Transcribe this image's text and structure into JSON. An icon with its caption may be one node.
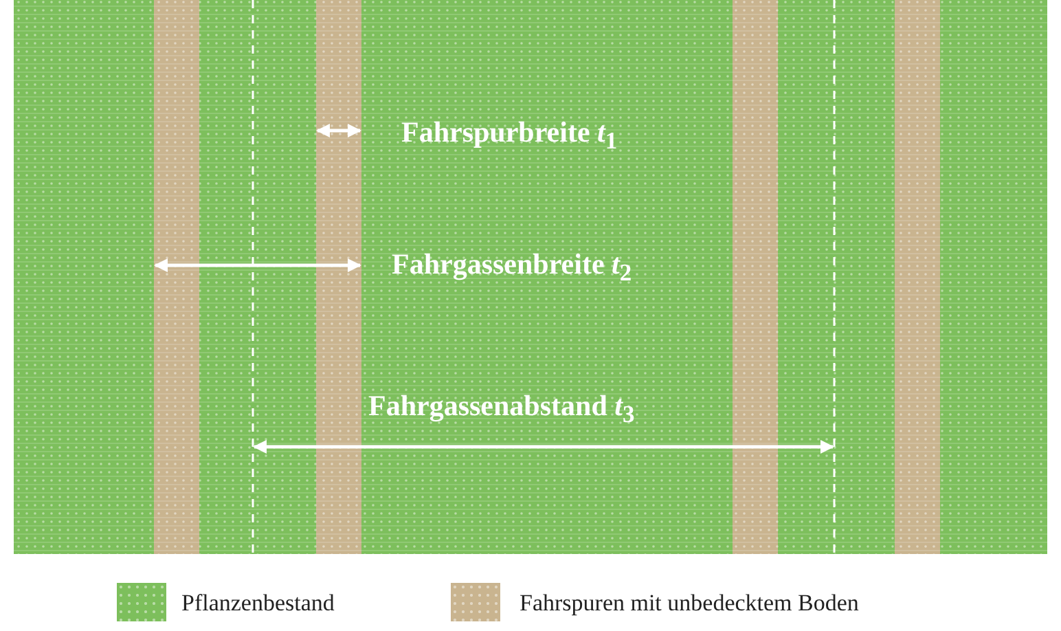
{
  "diagram": {
    "labels": [
      "Fahrspurbreite *t*$_{1}$",
      "Fahrgassenbreite *t*$_{2}$",
      "Fahrgassenabstand *t*$_{3}$"
    ],
    "legend": [
      {
        "text": "Pflanzenbestand",
        "color": "#7dbf5c"
      },
      {
        "text": "Fahrspuren mit unbedecktem Boden",
        "color": "#c9b48f"
      }
    ]
  }
}
